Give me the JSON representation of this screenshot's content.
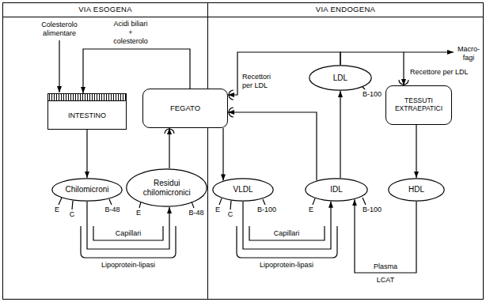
{
  "diagram": {
    "nodes": [
      {
        "text": [
          "VIA ESOGENA"
        ]
      },
      {
        "text": [
          "VIA ENDOGENA"
        ]
      },
      {
        "text": [
          "INTESTINO"
        ],
        "in": 0
      },
      {
        "text": [
          "FEGATO"
        ]
      },
      {
        "text": [
          "LDL"
        ],
        "in": 1
      },
      {
        "text": [
          "TESSUTI EXTRAEPATICI"
        ],
        "in": 1
      },
      {
        "text": [
          "Chilomicroni"
        ],
        "in": 0
      },
      {
        "text": [
          "Residui chilomicronici"
        ],
        "in": 0
      },
      {
        "text": [
          "VLDL"
        ],
        "in": 1
      },
      {
        "text": [
          "IDL"
        ],
        "in": 1
      },
      {
        "text": [
          "HDL"
        ],
        "in": 1
      }
    ],
    "edges": [
      {
        "from": 2,
        "to": 6,
        "arrow": "to"
      },
      {
        "from": 6,
        "to": 7,
        "arrow": "to"
      },
      {
        "from": 7,
        "to": 3,
        "arrow": "to"
      },
      {
        "from": 3,
        "to": 2,
        "label": "Acidi biliari + colesterolo",
        "arrow": "to"
      },
      {
        "from": 3,
        "to": 8,
        "arrow": "to"
      },
      {
        "from": 8,
        "to": 9,
        "arrow": "to"
      },
      {
        "from": 9,
        "to": 3,
        "arrow": "to"
      },
      {
        "from": 9,
        "to": 4,
        "arrow": "to"
      },
      {
        "from": 4,
        "to": 3,
        "arrow": "to"
      },
      {
        "from": 4,
        "to": 5,
        "arrow": "to"
      },
      {
        "from": 5,
        "to": 10,
        "arrow": "to"
      },
      {
        "from": 10,
        "to": 9,
        "label": "Plasma",
        "arrow": "to"
      }
    ],
    "labels": [
      "Colesterolo alimentare",
      "Macro-fagi",
      "Recettori per LDL",
      "Recettore per LDL",
      "B-100",
      "E",
      "C",
      "B-48",
      "E",
      "B-48",
      "Capillari",
      "Lipoprotein-lipasi",
      "E",
      "C",
      "B-100",
      "E",
      "B-100",
      "Capillari",
      "Lipoprotein-lipasi",
      "LCAT"
    ]
  }
}
